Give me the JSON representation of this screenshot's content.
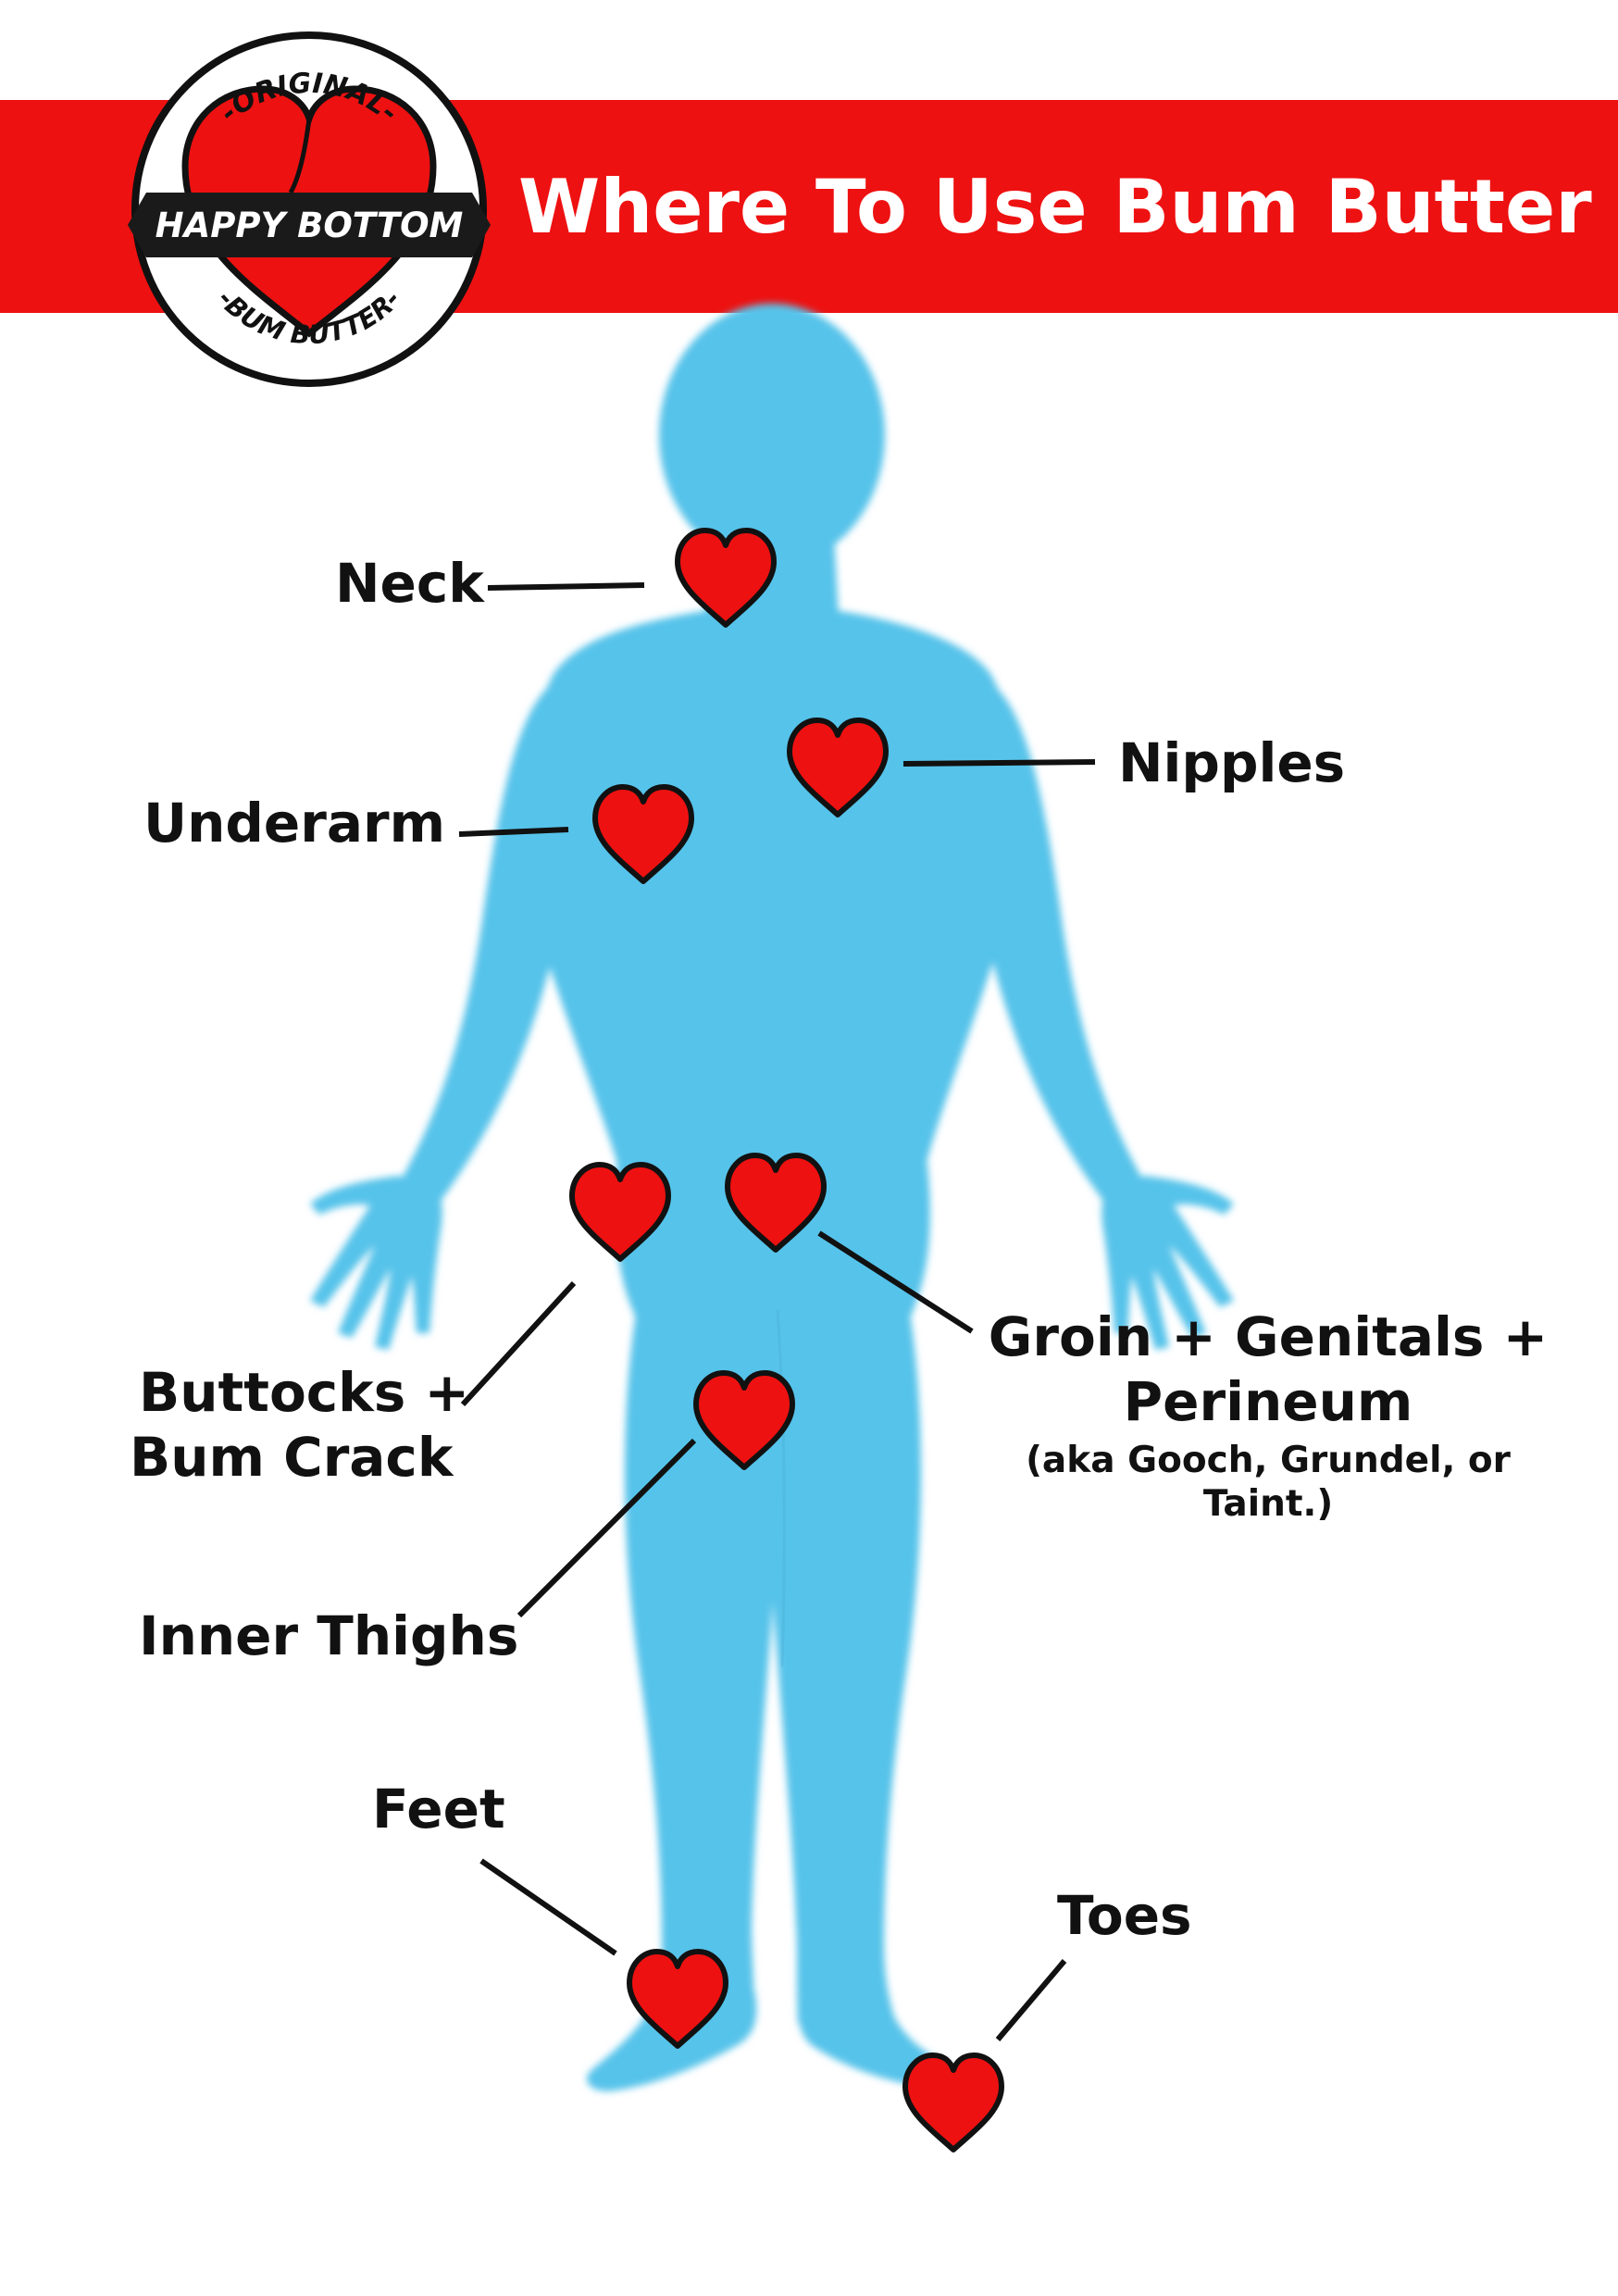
{
  "header": {
    "title": "Where To Use Bum Butter",
    "banner_color": "#ee1111"
  },
  "logo": {
    "top_text": "-ORIGINAL-",
    "ribbon_text": "HAPPY BOTTOM",
    "bottom_text": "-BUM BUTTER-",
    "heart_color": "#ee1111"
  },
  "body_color": "#57c3ea",
  "marker_color": "#ee1111",
  "marker_icon": "heart-icon",
  "labels": {
    "neck": "Neck",
    "nipples": "Nipples",
    "underarm": "Underarm",
    "groin_line1": "Groin + Genitals +",
    "groin_line2": "Perineum",
    "groin_note_line1": "(aka Gooch, Grundel, or",
    "groin_note_line2": "Taint.)",
    "buttocks_line1": "Buttocks +",
    "buttocks_line2": "Bum Crack",
    "inner_thighs": "Inner Thighs",
    "feet": "Feet",
    "toes": "Toes"
  }
}
